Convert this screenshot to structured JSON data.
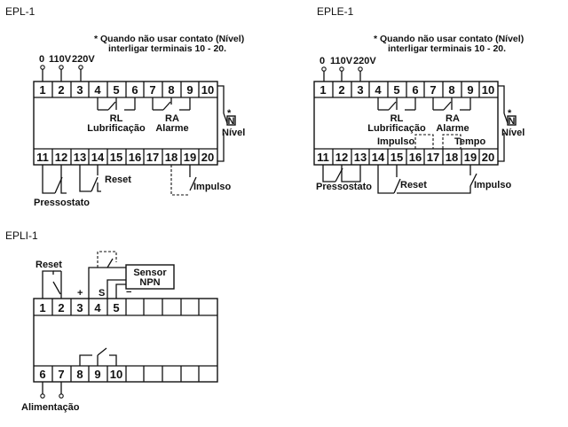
{
  "epl1": {
    "title": "EPL-1",
    "note_line1": "* Quando não usar contato (Nível)",
    "note_line2": "interligar terminais 10 - 20.",
    "supply_labels": [
      "0",
      "110V",
      "220V"
    ],
    "top_terminals": [
      "1",
      "2",
      "3",
      "4",
      "5",
      "6",
      "7",
      "8",
      "9",
      "10"
    ],
    "bottom_terminals": [
      "11",
      "12",
      "13",
      "14",
      "15",
      "16",
      "17",
      "18",
      "19",
      "20"
    ],
    "rl_label": "RL",
    "rl_desc": "Lubrificação",
    "ra_label": "RA",
    "ra_desc": "Alarme",
    "level_star": "*",
    "level_box": "N",
    "level_label": "Nível",
    "pressostato": "Pressostato",
    "reset": "Reset",
    "impulso": "Impulso"
  },
  "eple1": {
    "title": "EPLE-1",
    "note_line1": "* Quando não usar contato (Nível)",
    "note_line2": "interligar terminais 10 - 20.",
    "supply_labels": [
      "0",
      "110V",
      "220V"
    ],
    "top_terminals": [
      "1",
      "2",
      "3",
      "4",
      "5",
      "6",
      "7",
      "8",
      "9",
      "10"
    ],
    "bottom_terminals": [
      "11",
      "12",
      "13",
      "14",
      "15",
      "16",
      "17",
      "18",
      "19",
      "20"
    ],
    "rl_label": "RL",
    "rl_desc": "Lubrificação",
    "ra_label": "RA",
    "ra_desc": "Alarme",
    "impulso_link": "Impulso",
    "tempo_link": "Tempo",
    "level_star": "*",
    "level_box": "N",
    "level_label": "Nível",
    "pressostato": "Pressostato",
    "reset": "Reset",
    "impulso": "Impulso"
  },
  "epli1": {
    "title": "EPLI-1",
    "reset": "Reset",
    "plus": "+",
    "s": "S",
    "minus": "−",
    "sensor_line1": "Sensor",
    "sensor_line2": "NPN",
    "top_terminals": [
      "1",
      "2",
      "3",
      "4",
      "5",
      "",
      "",
      "",
      "",
      ""
    ],
    "bottom_terminals": [
      "6",
      "7",
      "8",
      "9",
      "10",
      "",
      "",
      "",
      "",
      ""
    ],
    "alimentacao": "Alimentação"
  }
}
